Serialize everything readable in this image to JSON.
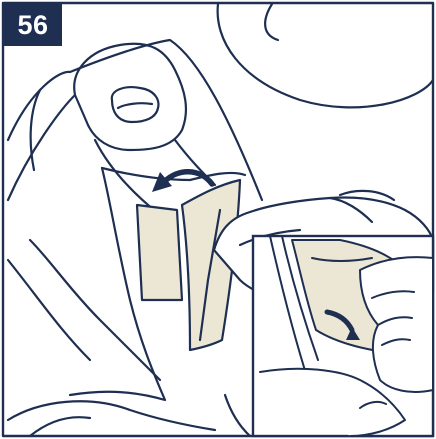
{
  "step": {
    "number": "56"
  },
  "illustration": {
    "main_scene": "fabric-cover-flap-being-peeled-from-seat-shell",
    "inset_scene": "close-up-of-hand-folding-fabric-flap",
    "colors": {
      "outline": "#1e2f52",
      "fabric_tab": "#ece6d4",
      "background": "#ffffff",
      "badge": "#1e2f52"
    },
    "icons": {
      "main_arrow": "curved-arrow-icon",
      "inset_arrow": "down-curved-arrow-icon"
    }
  }
}
